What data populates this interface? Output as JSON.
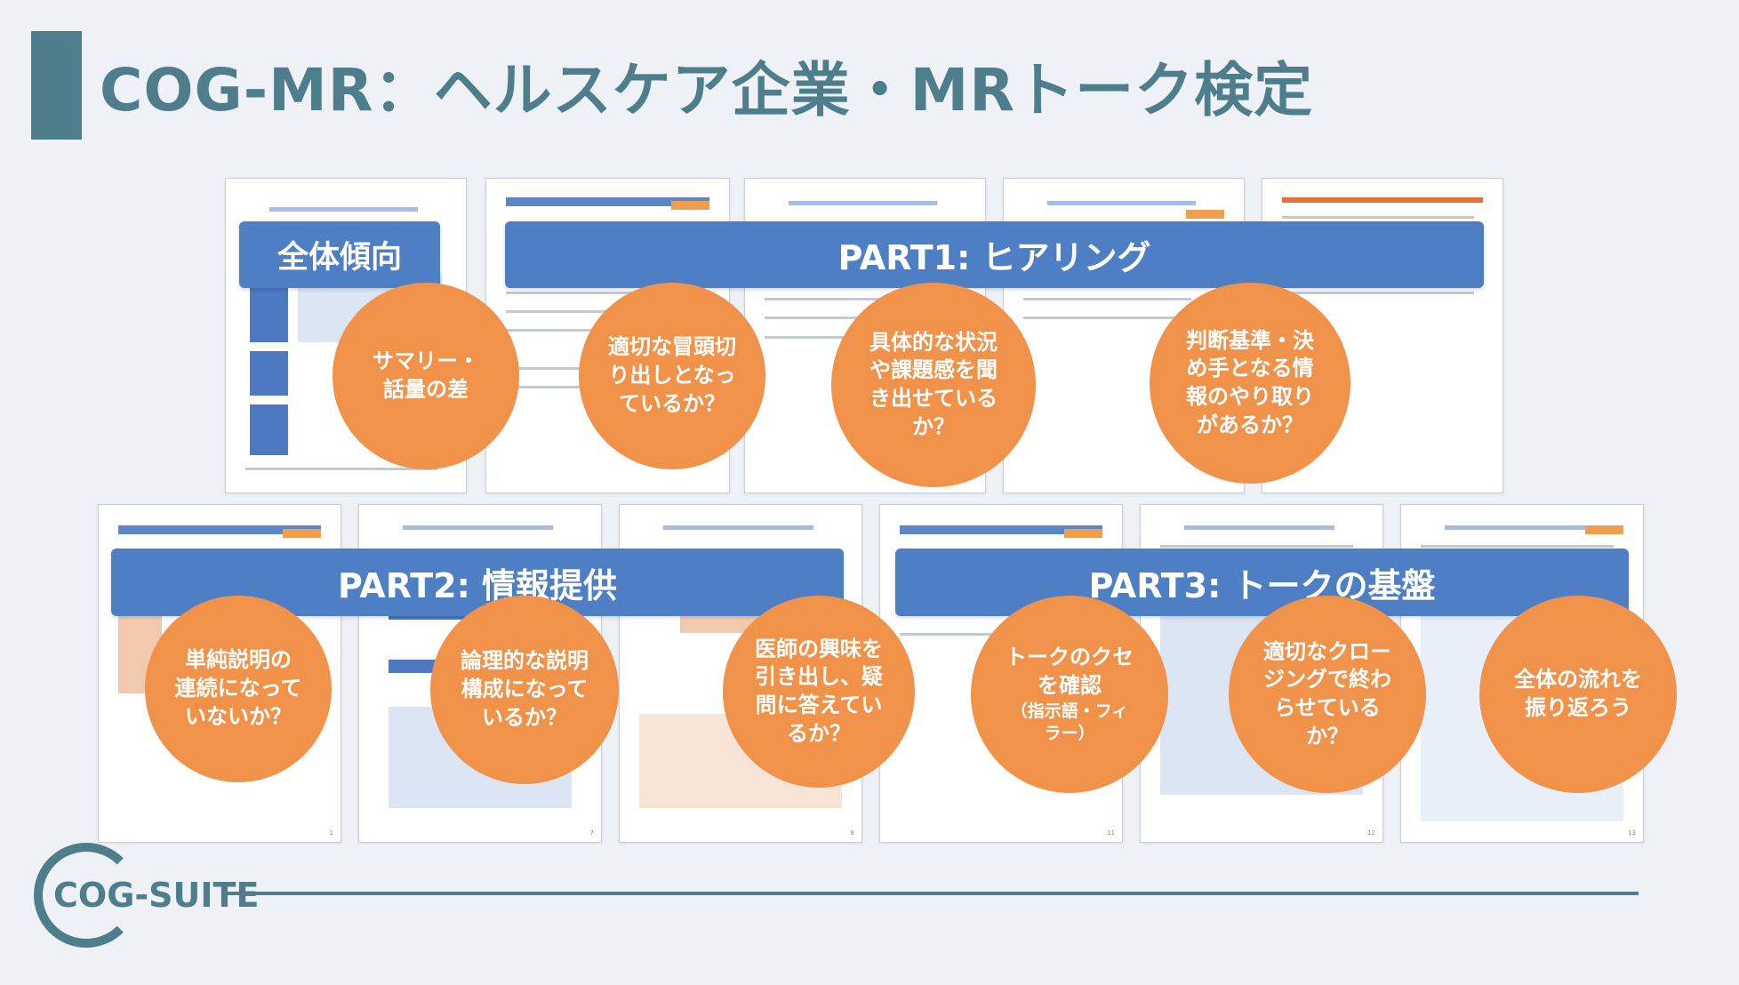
{
  "title": "COG-MR：ヘルスケア企業・MRトーク検定",
  "banners": {
    "overall": "全体傾向",
    "part1": "PART1: ヒアリング",
    "part2": "PART2: 情報提供",
    "part3": "PART3: トークの基盤"
  },
  "circles": {
    "summary": "サマリー・\n話量の差",
    "opening": "適切な冒頭切\nり出しとなっ\nているか？",
    "specific": "具体的な状況\nや課題感を聞\nき出せている\nか？",
    "criteria": "判断基準・決\nめ手となる情\n報のやり取り\nがあるか？",
    "simple": "単純説明の\n連続になって\nいないか？",
    "logical": "論理的な説明\n構成になって\nいるか？",
    "interest": "医師の興味を\n引き出し、疑\n問に答えてい\nるか？",
    "habit": "トークのクセ\nを確認",
    "habit_sub": "（指示語・フィ\nラー）",
    "closing": "適切なクロー\nジングで終わ\nらせている\nか？",
    "review": "全体の流れを\n振り返ろう"
  },
  "footer": {
    "logo_text": "COG-SUITE"
  },
  "colors": {
    "title": "#4e7d8c",
    "banner": "#4e7ec4",
    "circle": "#f0924a",
    "background": "#eef1f6"
  }
}
